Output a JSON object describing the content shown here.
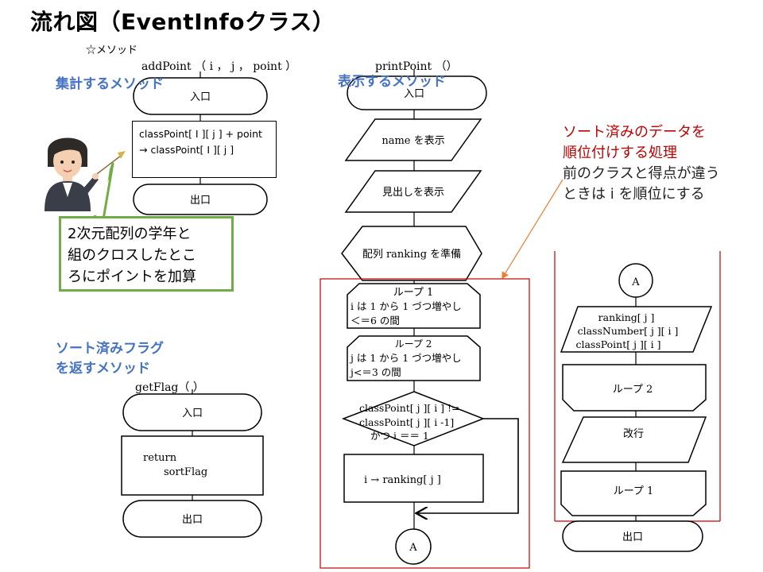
{
  "title": "流れ図（EventInfoクラス）",
  "method_marker": "☆メソッド",
  "add_point": {
    "signature": "addPoint （ i ， j ， point ）",
    "section_label": "集計するメソッド",
    "start": "入口",
    "process_line1": "classPoint[ I ][ j ] + point",
    "process_line2": "→ classPoint[ I ][ j ]",
    "end": "出口"
  },
  "callout": {
    "line1": "2次元配列の学年と",
    "line2": "組のクロスしたとこ",
    "line3": "ろにポイントを加算"
  },
  "get_flag": {
    "section_label_line1": "ソート済みフラグ",
    "section_label_line2": "を返すメソッド",
    "signature": "getFlag（ ）",
    "start": "入口",
    "process_line1": "return",
    "process_line2": "sortFlag",
    "end": "出口"
  },
  "print_point": {
    "signature": "printPoint （）",
    "section_label": "表示するメソッド",
    "start": "入口",
    "show_name": "name を表示",
    "show_heading": "見出しを表示",
    "prepare": "配列 ranking を準備",
    "loop1_title": "ループ 1",
    "loop1_line1": "i は 1 から 1 づつ増やし",
    "loop1_line2": "＜＝6 の間",
    "loop2_title": "ループ 2",
    "loop2_line1": "j は 1 から 1 づつ増やし",
    "loop2_line2": "j<＝3 の間",
    "cond_line1": "classPoint[ j ][ i ] !=",
    "cond_line2": "classPoint[ j ][ i -1]",
    "cond_line3": "かつ i ＝＝ 1",
    "assign": "i → ranking[ j ]",
    "connector": "A"
  },
  "continuation": {
    "connector": "A",
    "output_line1": "ranking[ j ]",
    "output_line2": "classNumber[ j ][ i ]",
    "output_line3": "classPoint[ j ][ i ]",
    "loop2_end": "ループ 2",
    "newline": "改行",
    "loop1_end": "ループ 1",
    "end": "出口"
  },
  "note": {
    "red_line1": "ソート済みのデータを",
    "red_line2": "順位付けする処理",
    "black_line1": "前のクラスと得点が違う",
    "black_line2": "ときは i を順位にする"
  },
  "colors": {
    "section_blue": "#4472c4",
    "note_red": "#c00000",
    "callout_green": "#70ad47",
    "frame_red": "#c00000",
    "arrow_orange": "#ed7d31"
  }
}
